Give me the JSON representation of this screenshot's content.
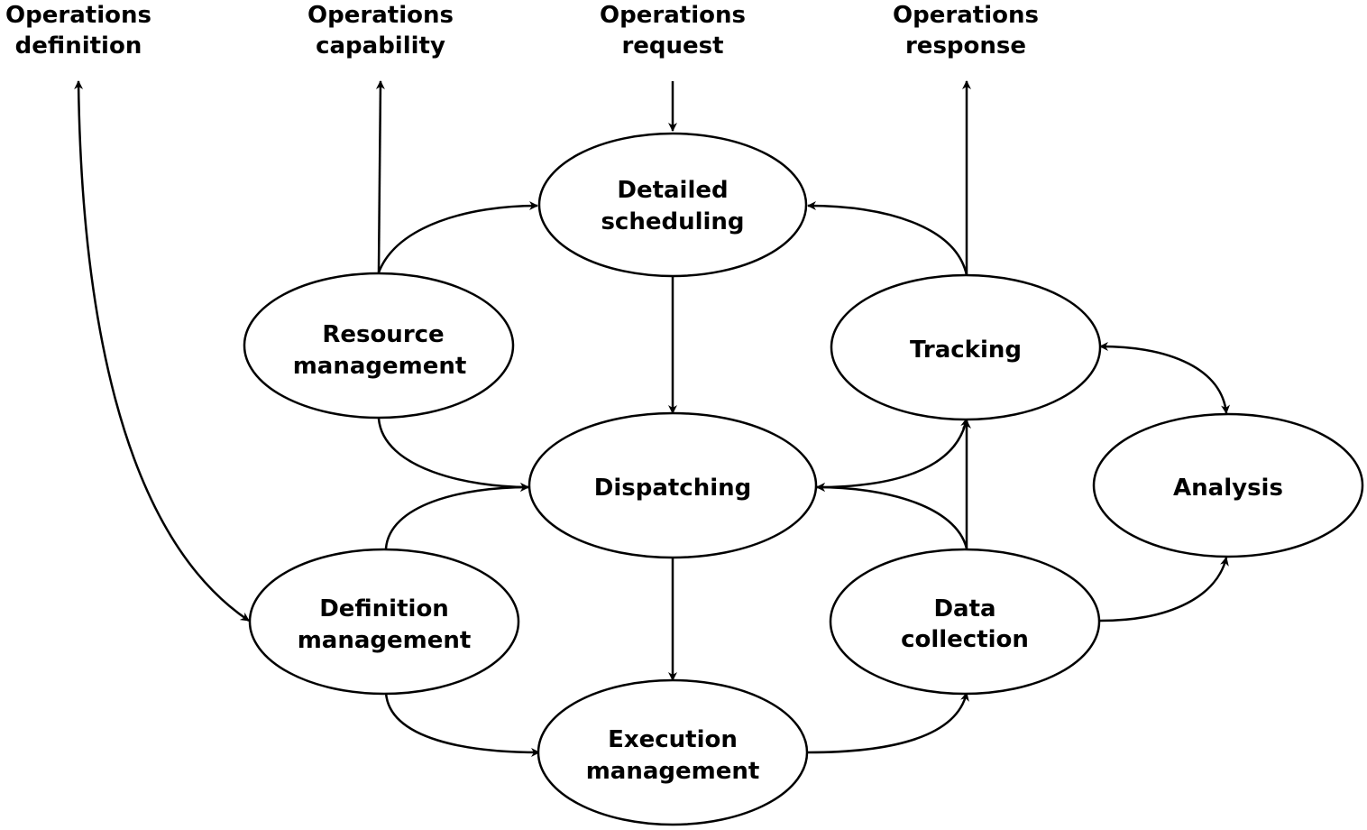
{
  "external_labels": {
    "definition": [
      "Operations",
      "definition"
    ],
    "capability": [
      "Operations",
      "capability"
    ],
    "request": [
      "Operations",
      "request"
    ],
    "response": [
      "Operations",
      "response"
    ]
  },
  "nodes": {
    "detailed_scheduling": [
      "Detailed",
      "scheduling"
    ],
    "resource_management": [
      "Resource",
      "management"
    ],
    "tracking": [
      "Tracking"
    ],
    "dispatching": [
      "Dispatching"
    ],
    "analysis": [
      "Analysis"
    ],
    "definition_management": [
      "Definition",
      "management"
    ],
    "data_collection": [
      "Data",
      "collection"
    ],
    "execution_management": [
      "Execution",
      "management"
    ]
  },
  "colors": {
    "stroke": "#000000",
    "fill": "#ffffff"
  }
}
